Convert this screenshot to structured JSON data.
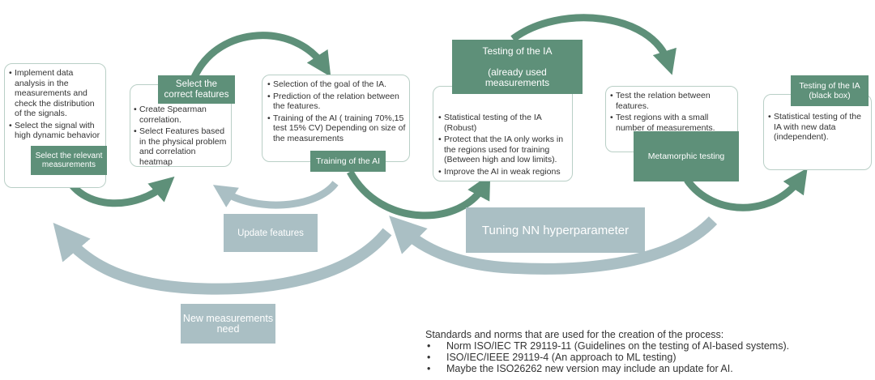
{
  "colors": {
    "green": "#5e9079",
    "gray_blue": "#aabfc4",
    "card_border": "#b9cfc6"
  },
  "stages": {
    "measurements": {
      "bullets": [
        "Implement data analysis in the measurements and check the distribution of the signals.",
        "Select the signal with high dynamic behavior"
      ],
      "label": "Select the relevant measurements"
    },
    "features": {
      "label": "Select the correct features",
      "bullets": [
        "Create Spearman correlation.",
        "Select Features based in the physical problem and correlation heatmap"
      ]
    },
    "training": {
      "bullets": [
        "Selection of the goal of the IA.",
        "Prediction of the relation between the features.",
        "Training of the AI ( training 70%,15 test 15% CV) Depending on size of the measurements"
      ],
      "label": "Training of the AI"
    },
    "testing": {
      "label": "Testing of the IA\n\n(already used measurements",
      "bullets": [
        "Statistical testing of the IA (Robust)",
        "Protect that the IA only works in the regions used for training (Between high and low limits).",
        "Improve the AI in weak regions"
      ]
    },
    "metamorphic": {
      "bullets": [
        "Test the relation between features.",
        "Test regions with a small number of measurements."
      ],
      "label": "Metamorphic testing"
    },
    "blackbox": {
      "label": "Testing of the IA (black box)",
      "bullets": [
        "Statistical testing of the IA with new data (independent)."
      ]
    }
  },
  "feedback": {
    "update_features": "Update features",
    "tuning": "Tuning NN hyperparameter",
    "new_measurements": "New measurements need"
  },
  "standards": {
    "intro": "Standards and norms that are used for the creation of the process:",
    "items": [
      "Norm ISO/IEC TR 29119-11 (Guidelines on the testing of AI-based systems).",
      "ISO/IEC/IEEE 29119-4 (An approach to ML testing)",
      "Maybe the ISO26262 new version may include an update for AI."
    ]
  }
}
